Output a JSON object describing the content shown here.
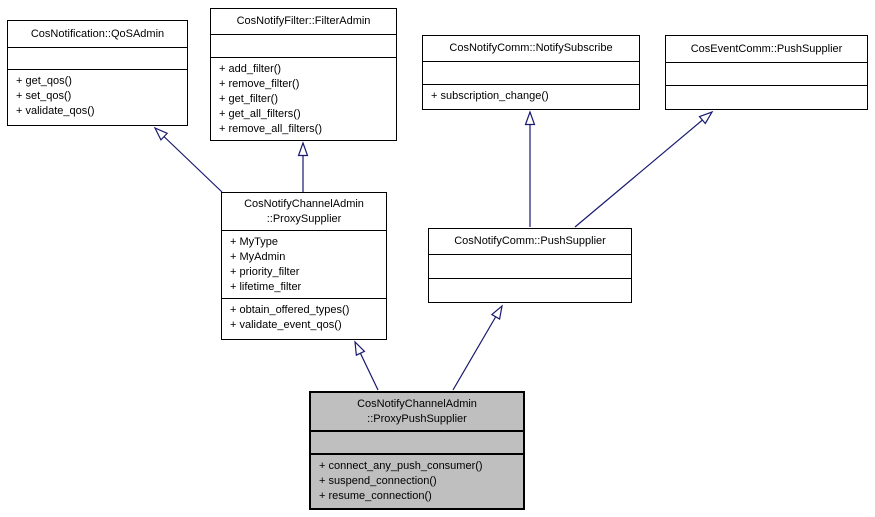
{
  "diagram": {
    "type": "uml-class-inheritance",
    "background": "#ffffff",
    "colors": {
      "box_border": "#000000",
      "box_fill": "#ffffff",
      "highlight_fill": "#bfbfbf",
      "edge": "#191970",
      "text": "#000000"
    }
  },
  "classes": [
    {
      "name": "CosNotification::QoSAdmin",
      "attributes": [],
      "methods": [
        "+ get_qos()",
        "+ set_qos()",
        "+ validate_qos()"
      ],
      "highlighted": false
    },
    {
      "name": "CosNotifyFilter::FilterAdmin",
      "attributes": [],
      "methods": [
        "+ add_filter()",
        "+ remove_filter()",
        "+ get_filter()",
        "+ get_all_filters()",
        "+ remove_all_filters()"
      ],
      "highlighted": false
    },
    {
      "name": "CosNotifyComm::NotifySubscribe",
      "attributes": [],
      "methods": [
        "+ subscription_change()"
      ],
      "highlighted": false
    },
    {
      "name": "CosEventComm::PushSupplier",
      "attributes": [],
      "methods": [],
      "highlighted": false
    },
    {
      "name": "CosNotifyChannelAdmin::ProxySupplier",
      "name_lines": [
        "CosNotifyChannelAdmin",
        "::ProxySupplier"
      ],
      "attributes": [
        "+ MyType",
        "+ MyAdmin",
        "+ priority_filter",
        "+ lifetime_filter"
      ],
      "methods": [
        "+ obtain_offered_types()",
        "+ validate_event_qos()"
      ],
      "highlighted": false
    },
    {
      "name": "CosNotifyComm::PushSupplier",
      "attributes": [],
      "methods": [],
      "highlighted": false
    },
    {
      "name": "CosNotifyChannelAdmin::ProxyPushSupplier",
      "name_lines": [
        "CosNotifyChannelAdmin",
        "::ProxyPushSupplier"
      ],
      "attributes": [],
      "methods": [
        "+ connect_any_push_consumer()",
        "+ suspend_connection()",
        "+ resume_connection()"
      ],
      "highlighted": true
    }
  ],
  "edges": [
    {
      "type": "inheritance",
      "from": "CosNotifyChannelAdmin::ProxySupplier",
      "to": "CosNotification::QoSAdmin"
    },
    {
      "type": "inheritance",
      "from": "CosNotifyChannelAdmin::ProxySupplier",
      "to": "CosNotifyFilter::FilterAdmin"
    },
    {
      "type": "inheritance",
      "from": "CosNotifyComm::PushSupplier",
      "to": "CosNotifyComm::NotifySubscribe"
    },
    {
      "type": "inheritance",
      "from": "CosNotifyComm::PushSupplier",
      "to": "CosEventComm::PushSupplier"
    },
    {
      "type": "inheritance",
      "from": "CosNotifyChannelAdmin::ProxyPushSupplier",
      "to": "CosNotifyChannelAdmin::ProxySupplier"
    },
    {
      "type": "inheritance",
      "from": "CosNotifyChannelAdmin::ProxyPushSupplier",
      "to": "CosNotifyComm::PushSupplier"
    }
  ]
}
